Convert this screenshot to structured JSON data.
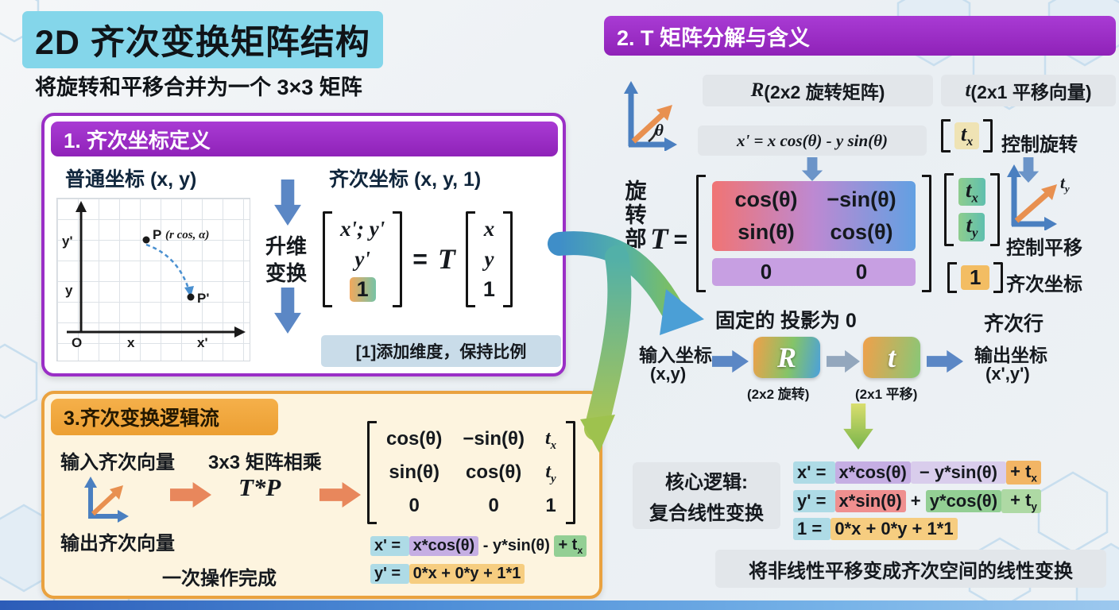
{
  "header": {
    "title": "2D 齐次变换矩阵结构",
    "subtitle": "将旋转和平移合并为一个 3×3 矩阵"
  },
  "panel1": {
    "title": "1. 齐次坐标定义",
    "ordinary_label": "普通坐标 (x, y)",
    "graph": {
      "y_prime": "y'",
      "y": "y",
      "origin": "O",
      "x": "x",
      "x_prime": "x'",
      "p": "P",
      "p_note": "(r cos, α)",
      "p_prime": "P'"
    },
    "dim1": "升维",
    "dim2": "变换",
    "homog_label": "齐次坐标 (x, y, 1)",
    "eq": {
      "l1": "x'; y'",
      "l2": "y'",
      "l3": "1",
      "equals": "=",
      "T": "T",
      "r1": "x",
      "r2": "y",
      "r3": "1"
    },
    "note": "[1]添加维度，保持比例"
  },
  "panel3": {
    "title": "3.齐次变换逻辑流",
    "input_label": "输入齐次向量",
    "output_label": "输出齐次向量",
    "mult_label": "3x3 矩阵相乘",
    "tp": "T*P",
    "m": {
      "r1c1": "cos(θ)",
      "r1c2": "−sin(θ)",
      "r1c3t": "t",
      "r1c3s": "x",
      "r2c1": "sin(θ)",
      "r2c2": "cos(θ)",
      "r2c3t": "t",
      "r2c3s": "y",
      "r3c1": "0",
      "r3c2": "0",
      "r3c3": "1"
    },
    "done_label": "一次操作完成",
    "eq1": {
      "lhs": "x' = ",
      "a": "x*cos(θ)",
      "b": " - y*sin(θ) ",
      "c": "+ t",
      "csub": "x"
    },
    "eq2": {
      "lhs": "y' = ",
      "a": "0*x + 0*y + 1*1"
    }
  },
  "panel2": {
    "title": "2. T 矩阵分解与含义",
    "r_chip": {
      "sym": "R",
      "rest": " (2x2 旋转矩阵)"
    },
    "t_chip": {
      "sym": "t",
      "rest": " (2x1 平移向量)"
    },
    "theta": "θ",
    "xprime_eq": "x' = x cos(θ) - y sin(θ)",
    "tx": {
      "t": "t",
      "sub": "x"
    },
    "ctrl_rot": "控制旋转",
    "rot_part": "旋转部分",
    "T": "T",
    "equals": "=",
    "m": {
      "r1c1": "cos(θ)",
      "r1c2": "−sin(θ)",
      "r2c1": "sin(θ)",
      "r2c2": "cos(θ)",
      "z1": "0",
      "z2": "0"
    },
    "tvec": {
      "t1": "t",
      "s1": "x",
      "t2": "t",
      "s2": "y"
    },
    "one": "1",
    "ty_label": {
      "t": "t",
      "sub": "y"
    },
    "ctrl_trans": "控制平移",
    "homog_coord": "齐次坐标",
    "fixed_label": "固定的 投影为 0",
    "homog_row": "齐次行",
    "flow": {
      "in1": "输入坐标",
      "in2": "(x,y)",
      "R": "R",
      "R_sub": "(2x2 旋转)",
      "t": "t",
      "t_sub": "(2x1 平移)",
      "out1": "输出坐标",
      "out2": "(x',y')"
    },
    "core1": "核心逻辑:",
    "core2": "复合线性变换",
    "eq1": {
      "lhs": "x' = ",
      "a": "x*cos(θ)",
      "b": " − y*sin(θ) ",
      "c": "+ t",
      "csub": "x"
    },
    "eq2": {
      "lhs": "y' = ",
      "a": "x*sin(θ)",
      "b": " + ",
      "c": "y*cos(θ)",
      "d": " + t",
      "dsub": "y"
    },
    "eq3": {
      "lhs": "1 = ",
      "a": "0*x + 0*y + 1*1"
    },
    "bottom_note": "将非线性平移变成齐次空间的线性变换"
  }
}
